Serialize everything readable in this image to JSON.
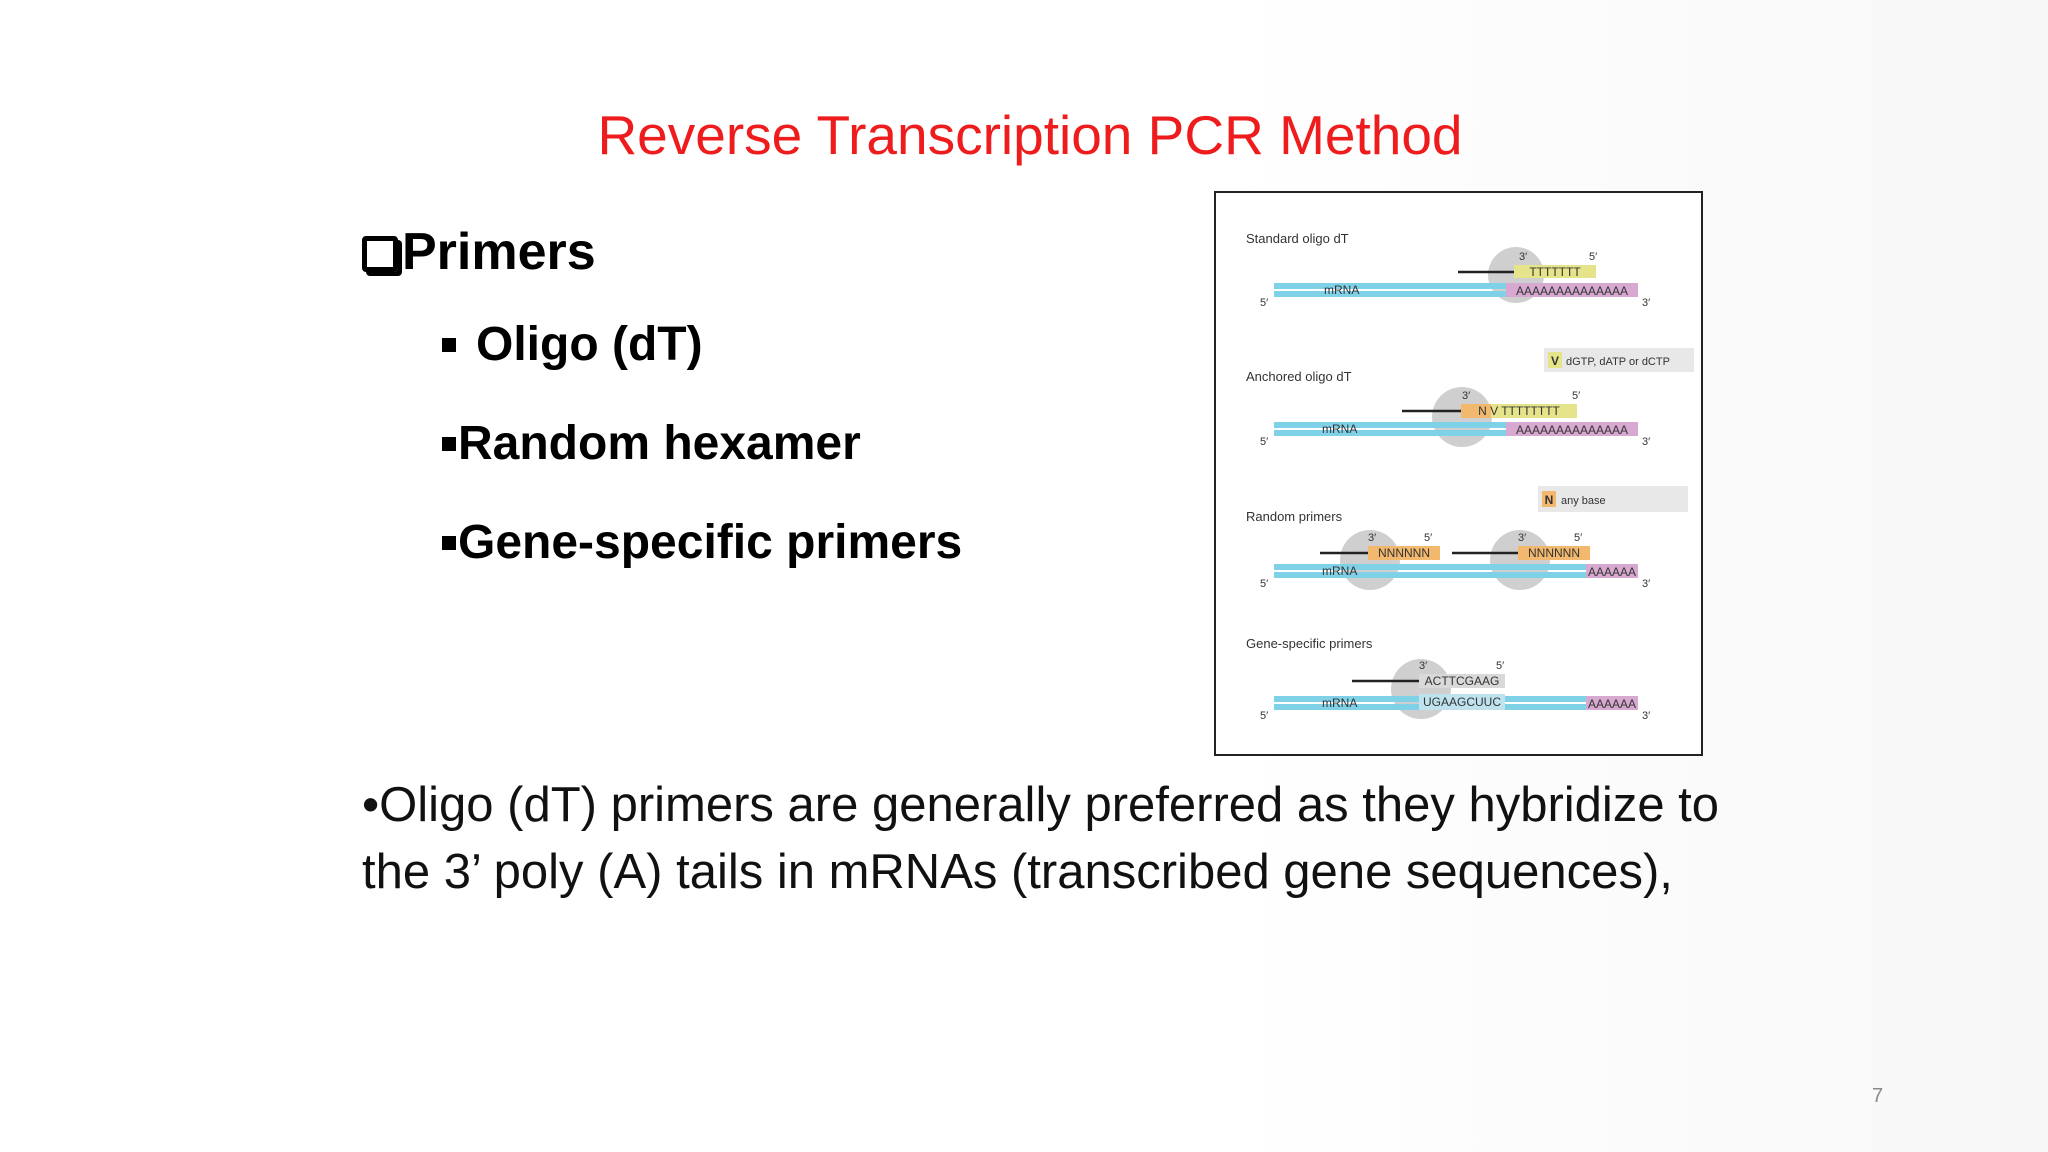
{
  "slide": {
    "title": "Reverse Transcription PCR  Method",
    "heading": "Primers",
    "subitems": [
      "Oligo (dT)",
      "Random hexamer",
      "Gene-specific primers"
    ],
    "paragraph": "•Oligo (dT) primers are generally preferred as they hybridize to the 3’ poly (A) tails in mRNAs (transcribed gene sequences),",
    "page_number": "7"
  },
  "figure": {
    "labels": {
      "standard": "Standard oligo dT",
      "anchored": "Anchored oligo dT",
      "random": "Random primers",
      "gene_specific": "Gene-specific primers",
      "mrna": "mRNA",
      "five_prime": "5′",
      "three_prime": "3′"
    },
    "sequences": {
      "oligo_t": "TTTTTTT",
      "anchored_primer": "N V TTTTTTTT",
      "poly_a": "AAAAAAAAAAAAAA",
      "random_n": "NNNNNN",
      "poly_a_short": "AAAAAA",
      "gene_primer": "ACTTCGAAG",
      "gene_target": "UGAAGCUUC"
    },
    "legend": {
      "v_letter": "V",
      "v_text": "dGTP, dATP or dCTP",
      "n_letter": "N",
      "n_text": "any base"
    },
    "colors": {
      "mrna": "#7fd1e8",
      "poly_a": "#d7a9d0",
      "oligo_t": "#e5e48a",
      "random": "#f2b96e",
      "highlight_circle": "#cfcfcf",
      "title": "#ee1c1c"
    }
  }
}
